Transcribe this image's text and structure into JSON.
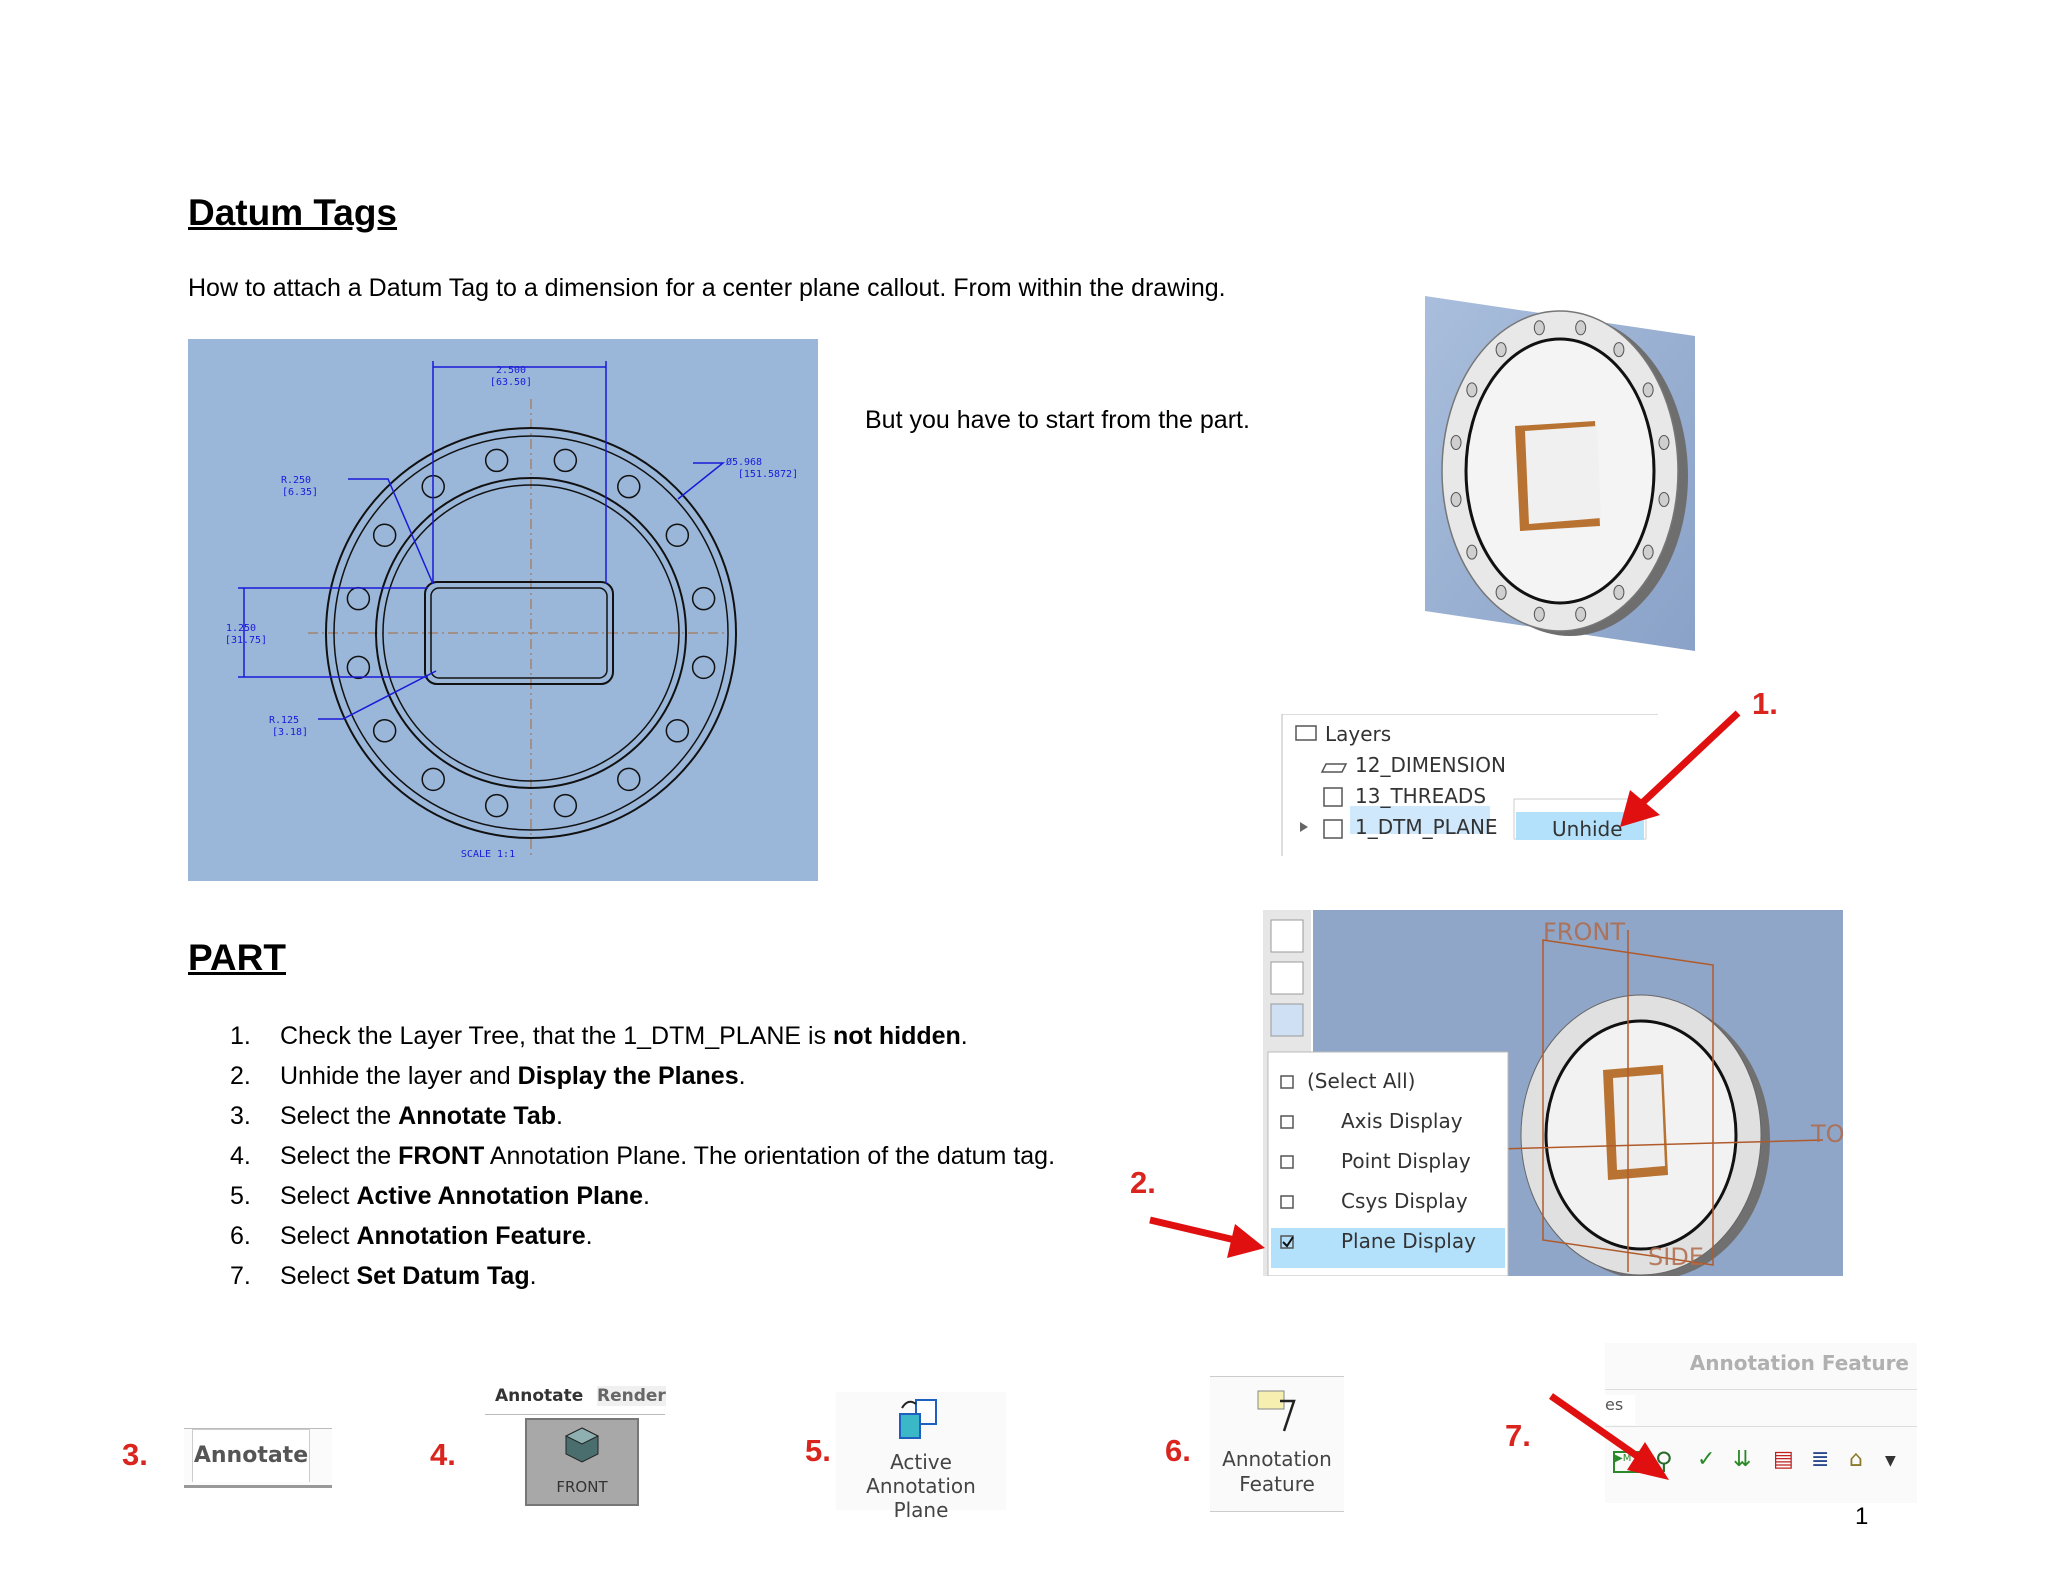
{
  "doc": {
    "title": "Datum Tags",
    "intro": "How to attach a Datum Tag to a dimension for a center plane callout. From within the drawing.",
    "start_note": "But you have to start from the part.",
    "part_title": "PART",
    "page_number": "1"
  },
  "steps": [
    {
      "num": "1.",
      "pre": "Check the Layer Tree, that the 1_DTM_PLANE is ",
      "bold": "not hidden",
      "post": "."
    },
    {
      "num": "2.",
      "pre": "Unhide the layer and ",
      "bold": "Display the Planes",
      "post": "."
    },
    {
      "num": "3.",
      "pre": "Select the ",
      "bold": "Annotate Tab",
      "post": "."
    },
    {
      "num": "4.",
      "pre": "Select the ",
      "bold": "FRONT",
      "post": " Annotation Plane. The orientation of the datum tag."
    },
    {
      "num": "5.",
      "pre": "Select ",
      "bold": "Active Annotation Plane",
      "post": "."
    },
    {
      "num": "6.",
      "pre": "Select ",
      "bold": "Annotation Feature",
      "post": "."
    },
    {
      "num": "7.",
      "pre": "Select ",
      "bold": "Set Datum Tag",
      "post": "."
    }
  ],
  "drawing": {
    "dim_top": "2.500",
    "dim_top_mm": "[63.50]",
    "dim_dia": "Ø5.968",
    "dim_dia_mm": "[151.5872]",
    "dim_r1": "R.250",
    "dim_r1_mm": "[6.35]",
    "dim_side": "1.250",
    "dim_side_mm": "[31.75]",
    "dim_r2": "R.125",
    "dim_r2_mm": "[3.18]",
    "scale": "SCALE  1:1"
  },
  "layers": {
    "header": "Layers",
    "items": [
      "12_DIMENSION",
      "13_THREADS",
      "1_DTM_PLANE"
    ],
    "context_item": "Unhide",
    "callout": "1."
  },
  "display_menu": {
    "items": [
      "(Select All)",
      "Axis Display",
      "Point Display",
      "Csys Display",
      "Plane Display"
    ],
    "checked": [
      false,
      false,
      false,
      false,
      true
    ],
    "callout": "2.",
    "plane_front": "FRONT",
    "plane_top": "TOP",
    "plane_side": "SIDE"
  },
  "bottom": {
    "c3": "3.",
    "annotate_tab": "Annotate",
    "c4": "4.",
    "tab_annotate": "Annotate",
    "tab_render": "Render",
    "front_btn": "FRONT",
    "c5": "5.",
    "active_plane_l1": "Active",
    "active_plane_l2": "Annotation Plane",
    "c6": "6.",
    "annot_feature_l1": "Annotation",
    "annot_feature_l2": "Feature",
    "c7": "7.",
    "dialog_title": "Annotation Feature",
    "dialog_tab_fragment": "es"
  },
  "colors": {
    "callout_red": "#d9251d",
    "drawing_bg": "#9ab6d9",
    "selection_blue": "#b3e0fb",
    "model_bg": "#8fa6c8"
  }
}
